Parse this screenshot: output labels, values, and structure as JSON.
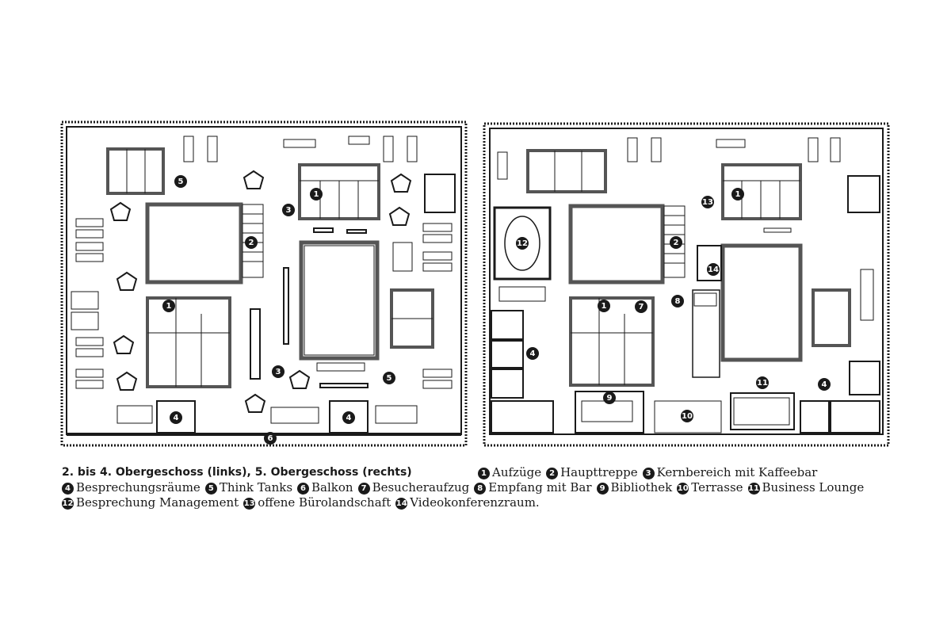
{
  "caption": {
    "title": "2. bis 4. Obergeschoss (links), 5. Obergeschoss (rechts)"
  },
  "legend": [
    {
      "num": "1",
      "label": "Aufzüge"
    },
    {
      "num": "2",
      "label": "Haupttreppe"
    },
    {
      "num": "3",
      "label": "Kernbereich mit Kaffeebar"
    },
    {
      "num": "4",
      "label": "Besprechungsräume"
    },
    {
      "num": "5",
      "label": "Think Tanks"
    },
    {
      "num": "6",
      "label": "Balkon"
    },
    {
      "num": "7",
      "label": "Besucheraufzug"
    },
    {
      "num": "8",
      "label": "Empfang mit Bar"
    },
    {
      "num": "9",
      "label": "Bibliothek"
    },
    {
      "num": "10",
      "label": "Terrasse"
    },
    {
      "num": "11",
      "label": "Business Lounge"
    },
    {
      "num": "12",
      "label": "Besprechung Management"
    },
    {
      "num": "13",
      "label": "offene Bürolandschaft"
    },
    {
      "num": "14",
      "label": "Videokonferenzraum."
    }
  ],
  "left_plan": {
    "markers": [
      "1",
      "2",
      "3",
      "5",
      "1",
      "3",
      "5",
      "4",
      "4",
      "6"
    ]
  },
  "right_plan": {
    "markers": [
      "1",
      "2",
      "13",
      "12",
      "14",
      "1",
      "7",
      "8",
      "4",
      "9",
      "10",
      "11",
      "4"
    ]
  },
  "colors": {
    "ink": "#1a1a1a",
    "paper": "#ffffff",
    "wall": "#555555"
  }
}
